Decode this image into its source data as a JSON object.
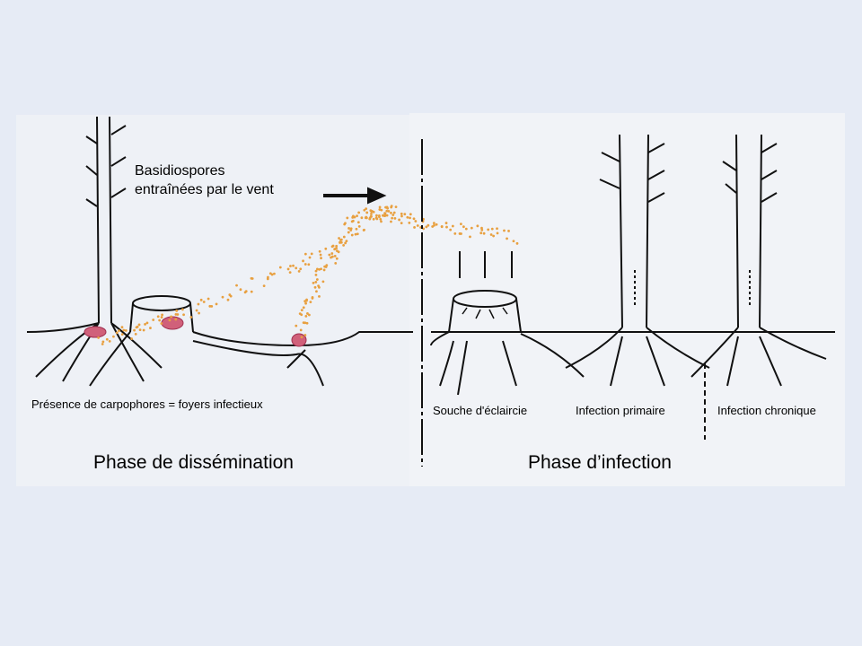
{
  "labels": {
    "spores": "Basidiospores",
    "wind": "entraînées par le vent",
    "carpophores": "Présence de carpophores = foyers infectieux",
    "stump": "Souche d'éclaircie",
    "primary": "Infection primaire",
    "chronic": "Infection chronique",
    "phase1": "Phase de dissémination",
    "phase2": "Phase d’infection"
  },
  "colors": {
    "spores": "#e8a040",
    "carpophore": "#d0607a",
    "ink": "#111111"
  }
}
